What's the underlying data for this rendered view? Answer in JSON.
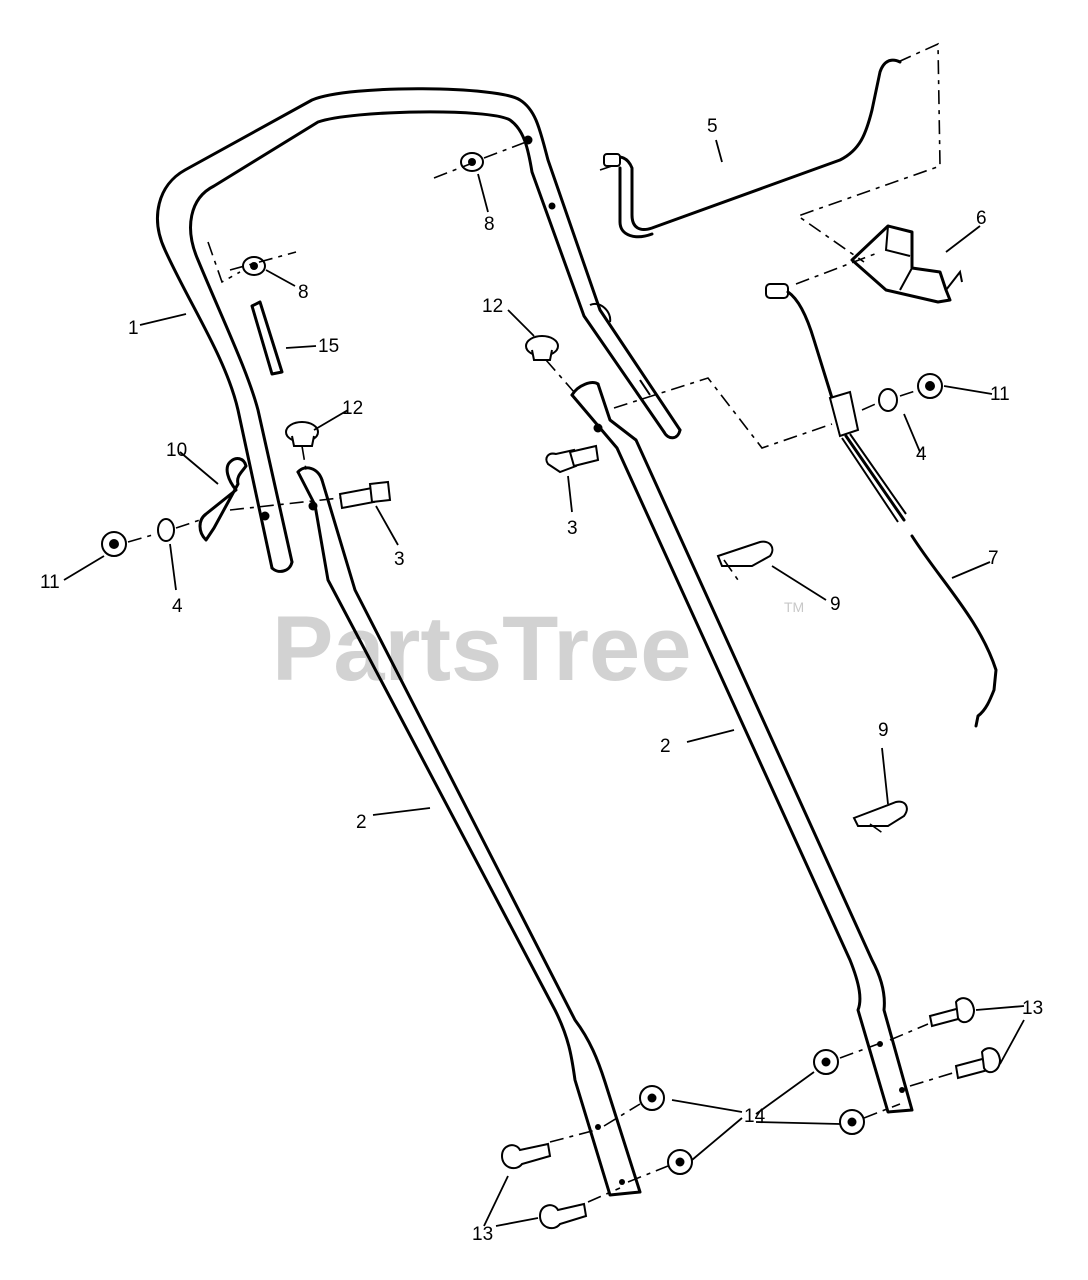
{
  "watermark": {
    "brand": "PartsTree",
    "trademark": "TM"
  },
  "callouts": {
    "c1": "1",
    "c2a": "2",
    "c2b": "2",
    "c3a": "3",
    "c3b": "3",
    "c4a": "4",
    "c4b": "4",
    "c5": "5",
    "c6": "6",
    "c7": "7",
    "c8a": "8",
    "c8b": "8",
    "c9a": "9",
    "c9b": "9",
    "c10": "10",
    "c11a": "11",
    "c11b": "11",
    "c12a": "12",
    "c12b": "12",
    "c13a": "13",
    "c13b": "13",
    "c14": "14",
    "c15": "15"
  }
}
